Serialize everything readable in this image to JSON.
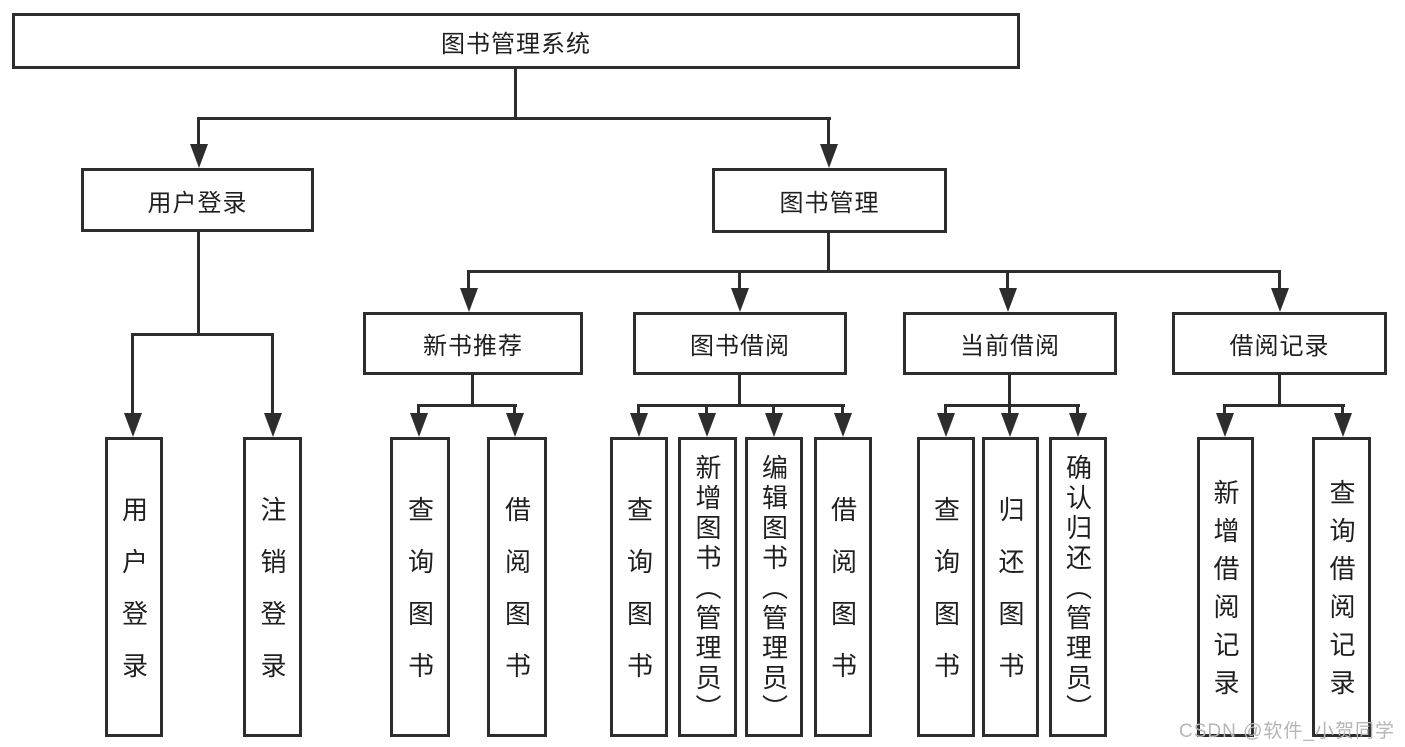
{
  "diagram": {
    "title": "图书管理系统",
    "branches": [
      {
        "label": "用户登录",
        "children": [
          {
            "label": "用户登录"
          },
          {
            "label": "注销登录"
          }
        ]
      },
      {
        "label": "图书管理",
        "children": [
          {
            "label": "新书推荐",
            "children": [
              {
                "label": "查询图书"
              },
              {
                "label": "借阅图书"
              }
            ]
          },
          {
            "label": "图书借阅",
            "children": [
              {
                "label": "查询图书"
              },
              {
                "label": "新增图书（管理员）"
              },
              {
                "label": "编辑图书（管理员）"
              },
              {
                "label": "借阅图书"
              }
            ]
          },
          {
            "label": "当前借阅",
            "children": [
              {
                "label": "查询图书"
              },
              {
                "label": "归还图书"
              },
              {
                "label": "确认归还（管理员）"
              }
            ]
          },
          {
            "label": "借阅记录",
            "children": [
              {
                "label": "新增借阅记录"
              },
              {
                "label": "查询借阅记录"
              }
            ]
          }
        ]
      }
    ]
  },
  "watermark": "CSDN @软件_小贺同学",
  "colors": {
    "line": "#2d2d2d",
    "text": "#1f1f1f",
    "watermark": "#b5b5b5",
    "background": "#ffffff"
  }
}
